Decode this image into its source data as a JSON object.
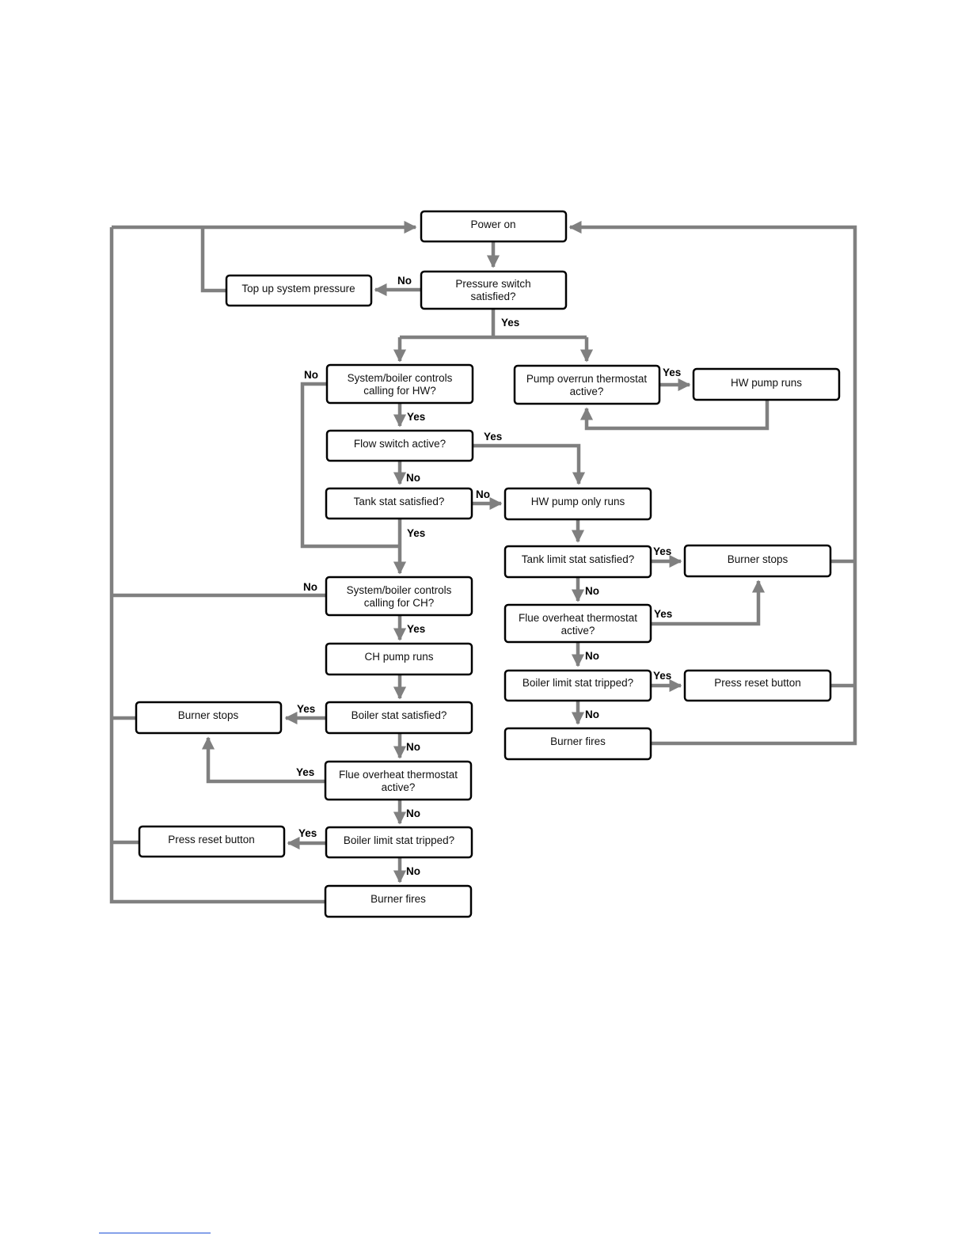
{
  "nodes": {
    "power_on": [
      "Power on"
    ],
    "pressure_switch": [
      "Pressure switch",
      "satisfied?"
    ],
    "top_up": [
      "Top up system pressure"
    ],
    "hw_calling": [
      "System/boiler controls",
      "calling for HW?"
    ],
    "pump_overrun": [
      "Pump overrun thermostat",
      "active?"
    ],
    "hw_pump_runs": [
      "HW pump runs"
    ],
    "flow_switch": [
      "Flow switch active?"
    ],
    "tank_stat": [
      "Tank stat satisfied?"
    ],
    "hw_pump_only": [
      "HW pump only runs"
    ],
    "tank_limit": [
      "Tank limit stat satisfied?"
    ],
    "burner_stops_r": [
      "Burner stops"
    ],
    "ch_calling": [
      "System/boiler controls",
      "calling for CH?"
    ],
    "flue_overheat_r": [
      "Flue overheat thermostat",
      "active?"
    ],
    "ch_pump_runs": [
      "CH pump runs"
    ],
    "boiler_limit_r": [
      "Boiler limit stat tripped?"
    ],
    "press_reset_r": [
      "Press reset button"
    ],
    "burner_stops_l": [
      "Burner stops"
    ],
    "boiler_stat": [
      "Boiler stat satisfied?"
    ],
    "burner_fires_r": [
      "Burner fires"
    ],
    "flue_overheat_l": [
      "Flue overheat thermostat",
      "active?"
    ],
    "press_reset_l": [
      "Press reset button"
    ],
    "boiler_limit_l": [
      "Boiler limit stat tripped?"
    ],
    "burner_fires_l": [
      "Burner fires"
    ]
  },
  "edge_labels": {
    "pressure_no": "No",
    "pressure_yes": "Yes",
    "hw_calling_no": "No",
    "hw_calling_yes": "Yes",
    "pump_overrun_yes": "Yes",
    "flow_switch_yes": "Yes",
    "flow_switch_no": "No",
    "tank_stat_no": "No",
    "tank_stat_yes": "Yes",
    "tank_limit_yes": "Yes",
    "tank_limit_no": "No",
    "flue_r_yes": "Yes",
    "flue_r_no": "No",
    "boiler_limit_r_yes": "Yes",
    "boiler_limit_r_no": "No",
    "ch_calling_no": "No",
    "ch_calling_yes": "Yes",
    "boiler_stat_yes": "Yes",
    "boiler_stat_no": "No",
    "flue_l_yes": "Yes",
    "flue_l_no": "No",
    "boiler_limit_l_yes": "Yes",
    "boiler_limit_l_no": "No"
  },
  "colors": {
    "connector": "#808080",
    "box_border": "#000000",
    "box_fill": "#ffffff",
    "footnote_rule": "#1a4fd6"
  }
}
